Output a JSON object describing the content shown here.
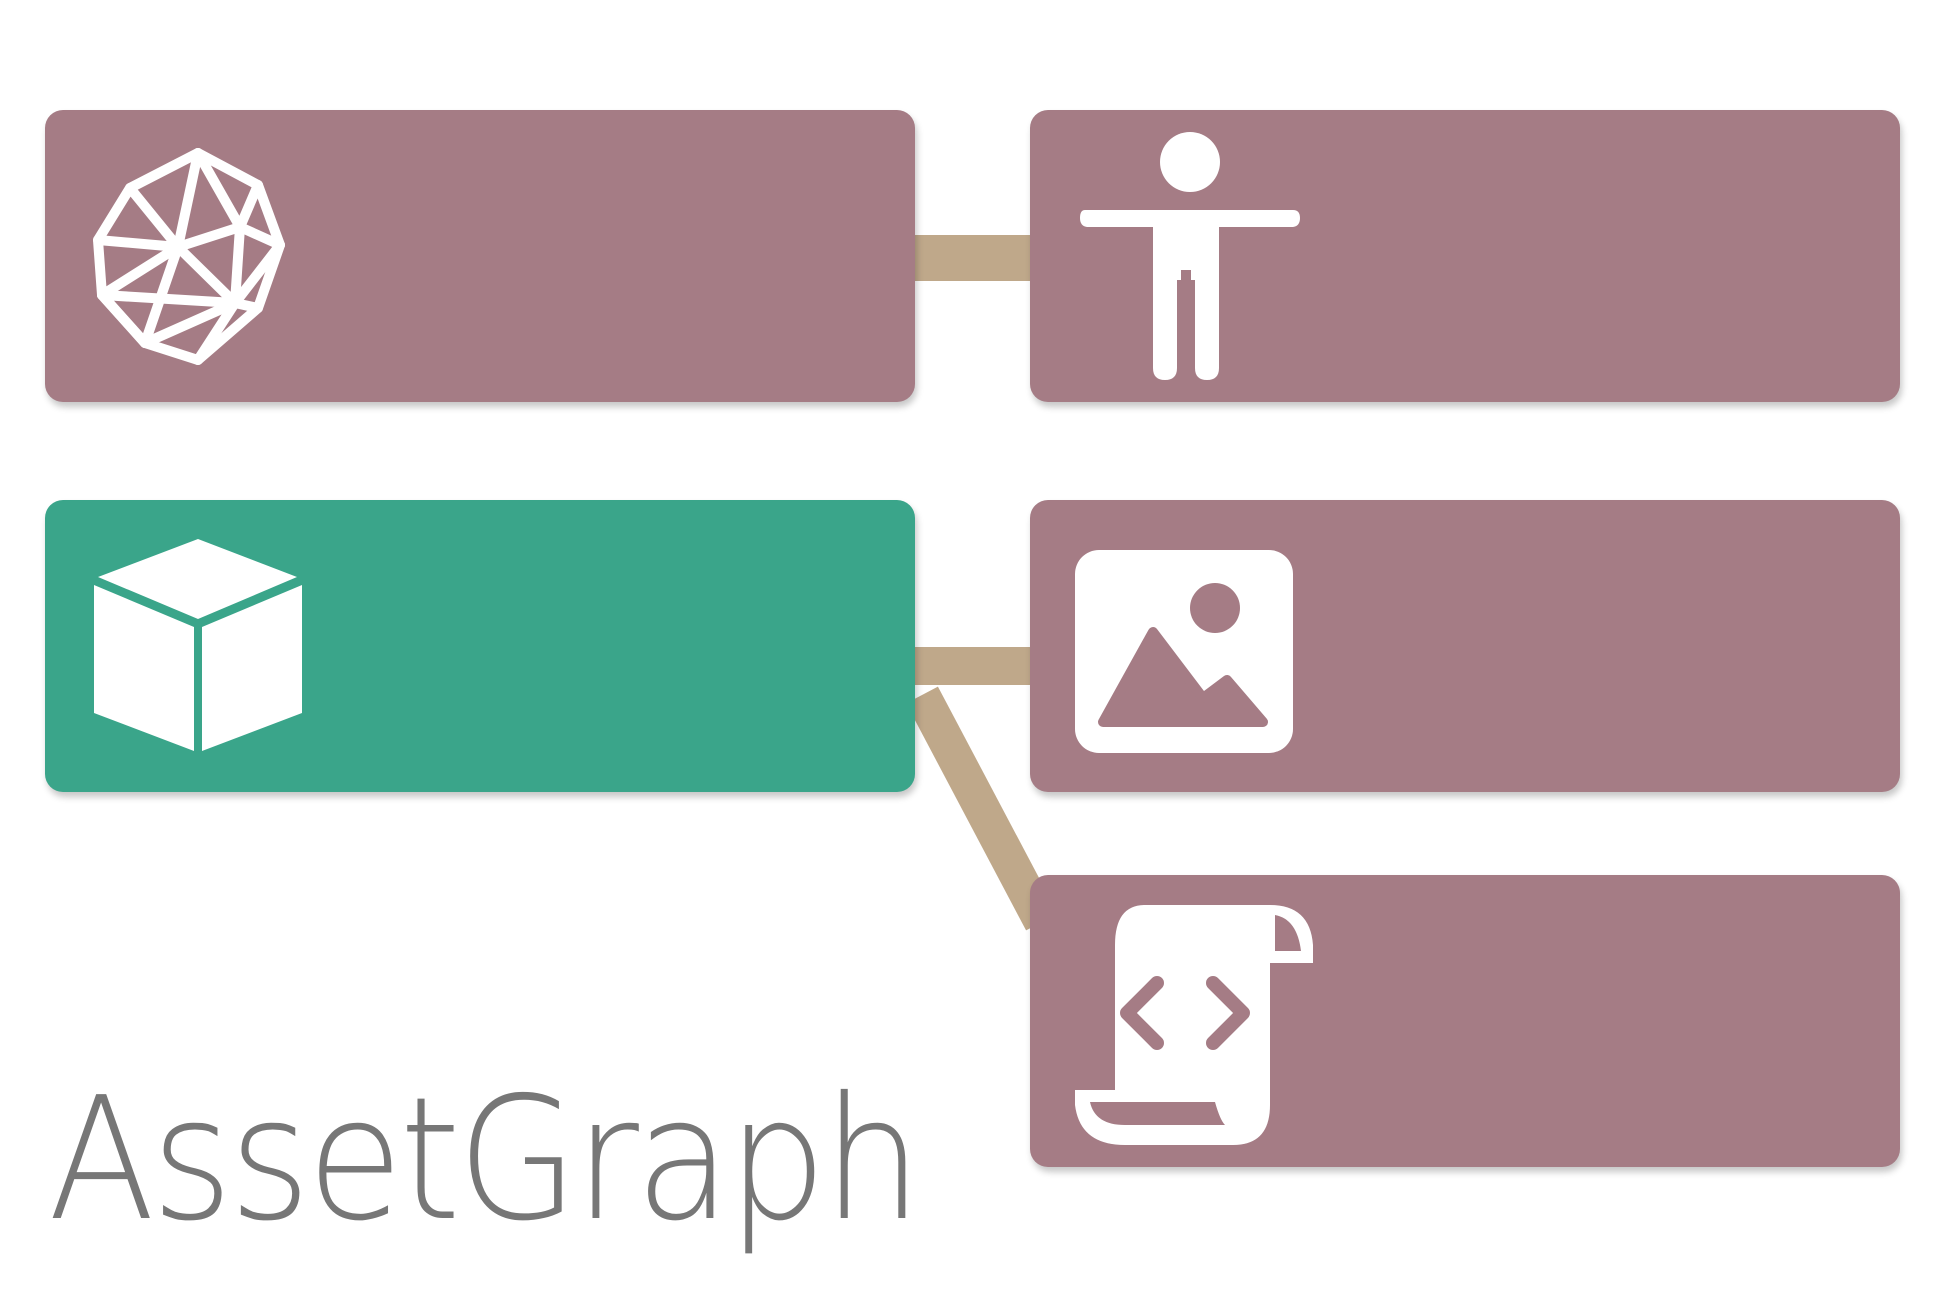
{
  "brand": {
    "logo_text": "AssetGraph"
  },
  "colors": {
    "node_default": "#a57c85",
    "node_selected": "#3aa58a",
    "connector": "#bfa88a",
    "icon": "#ffffff",
    "logo": "#777777",
    "background": "#ffffff"
  },
  "nodes": [
    {
      "id": "mesh",
      "icon": "polyhedron-mesh-icon",
      "selected": false
    },
    {
      "id": "rig",
      "icon": "human-figure-icon",
      "selected": false
    },
    {
      "id": "prefab",
      "icon": "cube-icon",
      "selected": true
    },
    {
      "id": "texture",
      "icon": "image-icon",
      "selected": false
    },
    {
      "id": "script",
      "icon": "code-scroll-icon",
      "selected": false
    }
  ],
  "edges": [
    {
      "from": "mesh",
      "to": "rig"
    },
    {
      "from": "prefab",
      "to": "texture"
    },
    {
      "from": "prefab",
      "to": "script"
    }
  ]
}
